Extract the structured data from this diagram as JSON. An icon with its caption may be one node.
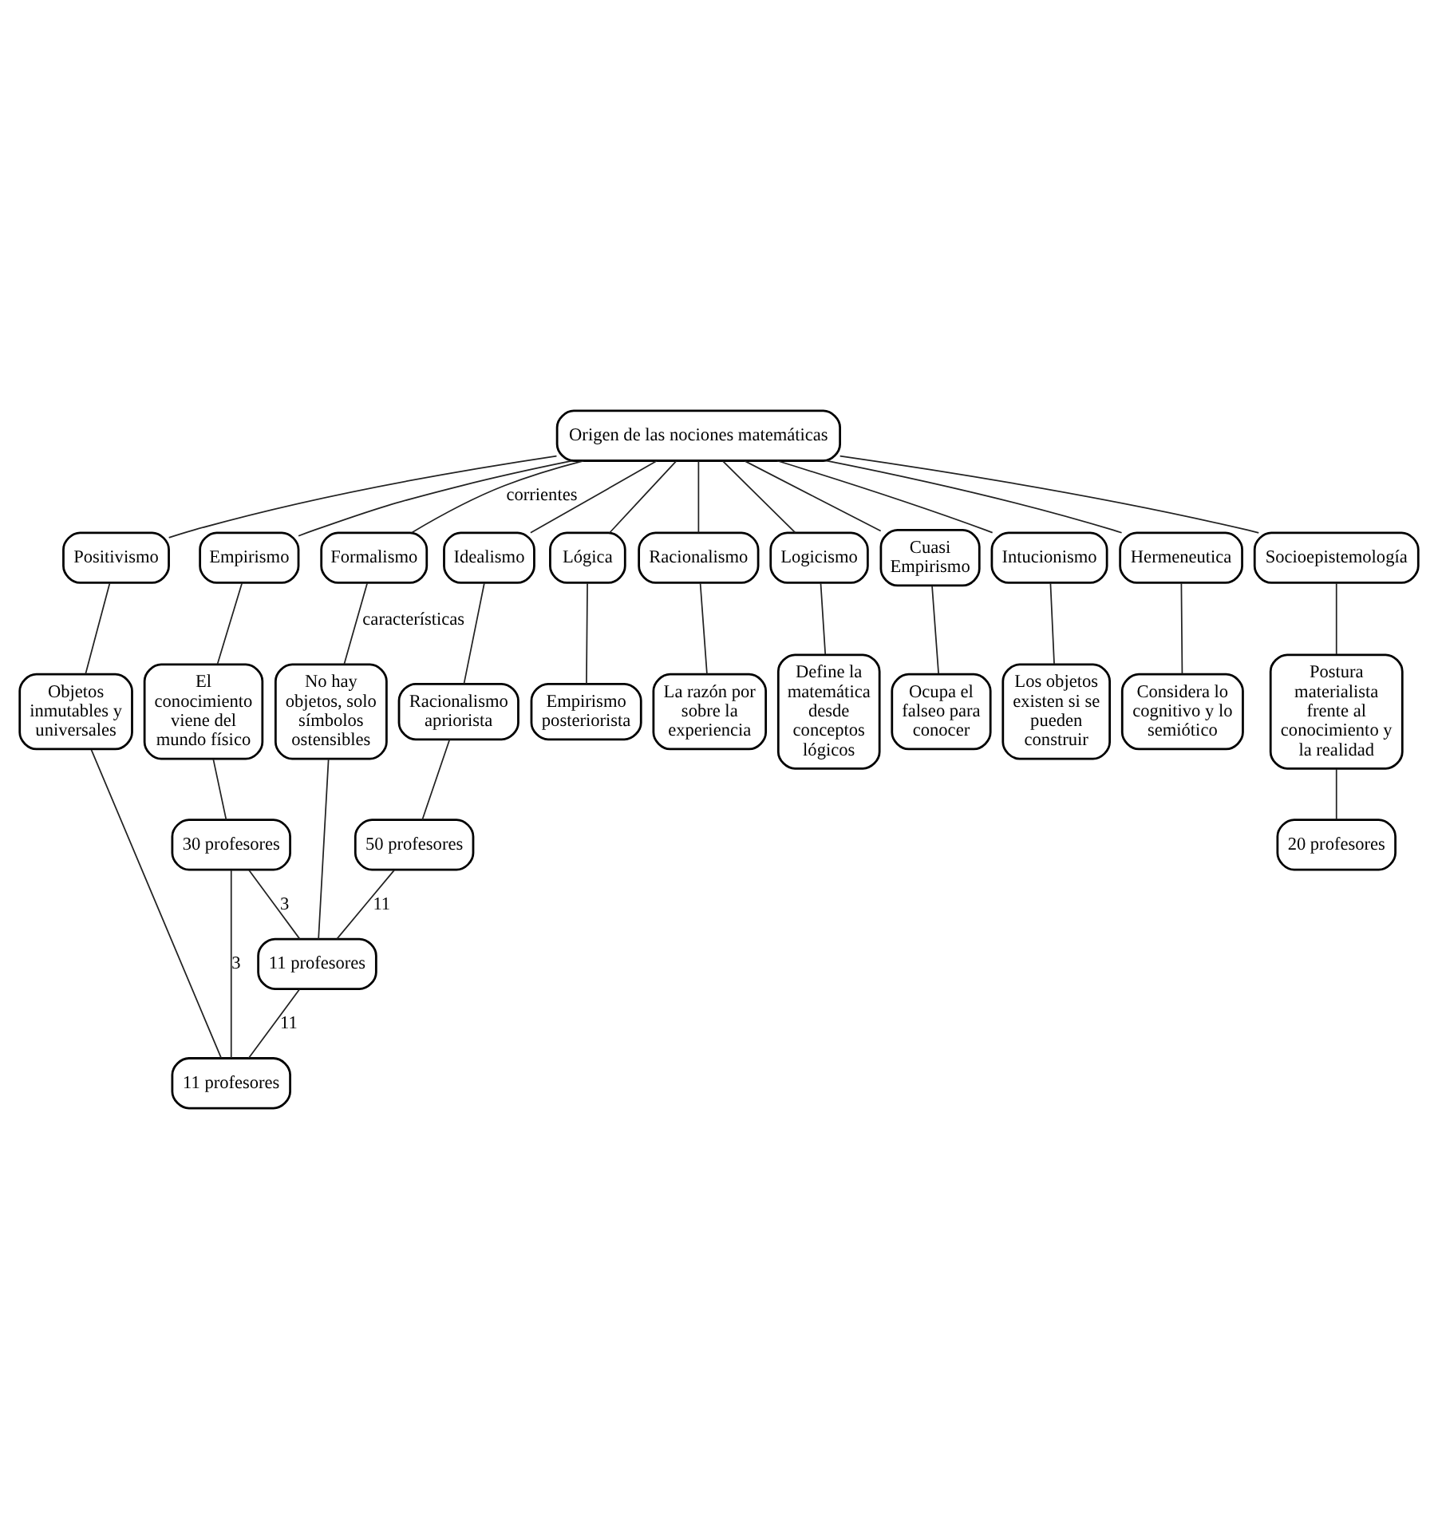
{
  "diagram": {
    "nodes": [
      {
        "text": [
          "Origen de las nociones matemáticas"
        ]
      },
      {
        "text": [
          "Idealismo"
        ]
      },
      {
        "text": [
          "Lógica"
        ]
      },
      {
        "text": [
          "Racionalismo"
        ]
      },
      {
        "text": [
          "Empirismo"
        ]
      },
      {
        "text": [
          "Logicismo"
        ]
      },
      {
        "text": [
          "Formalismo"
        ]
      },
      {
        "text": [
          "Cuasi Empirismo"
        ]
      },
      {
        "text": [
          "Intucionismo"
        ]
      },
      {
        "text": [
          "Positivismo"
        ]
      },
      {
        "text": [
          "Hermeneutica"
        ]
      },
      {
        "text": [
          "Socioepistemología"
        ]
      },
      {
        "text": [
          "Racionalismo apriorista"
        ]
      },
      {
        "text": [
          "Empirismo posteriorista"
        ]
      },
      {
        "text": [
          "La razón por sobre la experiencia"
        ]
      },
      {
        "text": [
          "El conocimiento viene del mundo físico"
        ]
      },
      {
        "text": [
          "Define la matemática desde conceptos lógicos"
        ]
      },
      {
        "text": [
          "No hay objetos, solo símbolos ostensibles"
        ]
      },
      {
        "text": [
          "Ocupa el falseo para conocer"
        ]
      },
      {
        "text": [
          "Los objetos existen si se pueden construir"
        ]
      },
      {
        "text": [
          "Objetos inmutables y universales"
        ]
      },
      {
        "text": [
          "Considera lo cognitivo y lo semiótico"
        ]
      },
      {
        "text": [
          "Postura materialista frente al conocimiento y la realidad"
        ]
      },
      {
        "text": [
          "50 profesores"
        ]
      },
      {
        "text": [
          "30 profesores"
        ]
      },
      {
        "text": [
          "11 profesores"
        ]
      },
      {
        "text": [
          "11 profesores"
        ]
      },
      {
        "text": [
          "20 profesores"
        ]
      }
    ],
    "edges": [
      {
        "from": 0,
        "to": 1,
        "arrow": "none"
      },
      {
        "from": 0,
        "to": 2,
        "arrow": "none"
      },
      {
        "from": 0,
        "to": 3,
        "arrow": "none"
      },
      {
        "from": 0,
        "to": 4,
        "arrow": "none"
      },
      {
        "from": 0,
        "to": 5,
        "arrow": "none"
      },
      {
        "from": 0,
        "to": 6,
        "arrow": "none",
        "label": "corrientes"
      },
      {
        "from": 0,
        "to": 7,
        "arrow": "none"
      },
      {
        "from": 0,
        "to": 8,
        "arrow": "none"
      },
      {
        "from": 0,
        "to": 9,
        "arrow": "none"
      },
      {
        "from": 0,
        "to": 10,
        "arrow": "none"
      },
      {
        "from": 0,
        "to": 11,
        "arrow": "none"
      },
      {
        "from": 1,
        "to": 12,
        "arrow": "none"
      },
      {
        "from": 2,
        "to": 13,
        "arrow": "none"
      },
      {
        "from": 3,
        "to": 14,
        "arrow": "none"
      },
      {
        "from": 4,
        "to": 15,
        "arrow": "none"
      },
      {
        "from": 5,
        "to": 16,
        "arrow": "none"
      },
      {
        "from": 6,
        "to": 17,
        "arrow": "none",
        "label": "características"
      },
      {
        "from": 7,
        "to": 18,
        "arrow": "none"
      },
      {
        "from": 8,
        "to": 19,
        "arrow": "none"
      },
      {
        "from": 9,
        "to": 20,
        "arrow": "none"
      },
      {
        "from": 10,
        "to": 21,
        "arrow": "none"
      },
      {
        "from": 11,
        "to": 22,
        "arrow": "none"
      },
      {
        "from": 12,
        "to": 23,
        "arrow": "none"
      },
      {
        "from": 15,
        "to": 24,
        "arrow": "none"
      },
      {
        "from": 17,
        "to": 25,
        "arrow": "none"
      },
      {
        "from": 20,
        "to": 26,
        "arrow": "none"
      },
      {
        "from": 22,
        "to": 27,
        "arrow": "none"
      },
      {
        "from": 23,
        "to": 25,
        "arrow": "none",
        "label": "11"
      },
      {
        "from": 24,
        "to": 25,
        "arrow": "none",
        "label": "3"
      },
      {
        "from": 25,
        "to": 26,
        "arrow": "none",
        "label": "11"
      },
      {
        "from": 24,
        "to": 26,
        "arrow": "none",
        "label": "3"
      }
    ]
  }
}
